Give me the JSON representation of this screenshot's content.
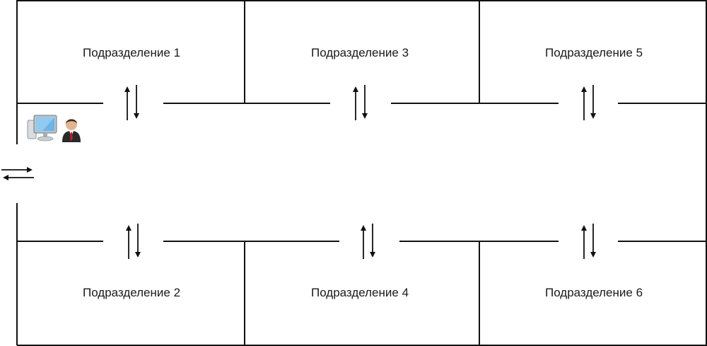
{
  "departments": [
    {
      "id": 1,
      "label": "Подразделение 1"
    },
    {
      "id": 3,
      "label": "Подразделение 3"
    },
    {
      "id": 5,
      "label": "Подразделение 5"
    },
    {
      "id": 2,
      "label": "Подразделение 2"
    },
    {
      "id": 4,
      "label": "Подразделение 4"
    },
    {
      "id": 6,
      "label": "Подразделение 6"
    }
  ],
  "icons": {
    "workstation": "computer-icon",
    "operator": "user-icon"
  },
  "colors": {
    "wall": "#111111",
    "background": "#ffffff",
    "text": "#1a1a1a"
  }
}
